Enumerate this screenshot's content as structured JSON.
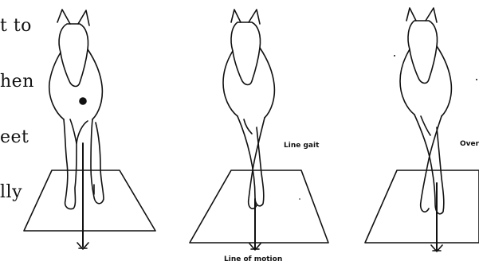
{
  "body_text_fragments": [
    "t to",
    "hen",
    "eet",
    "lly"
  ],
  "figure": {
    "captions": {
      "line_gait": "Line gait",
      "overtrack": "Over",
      "line_of_motion": "Line of motion"
    },
    "horse_count": 3
  }
}
